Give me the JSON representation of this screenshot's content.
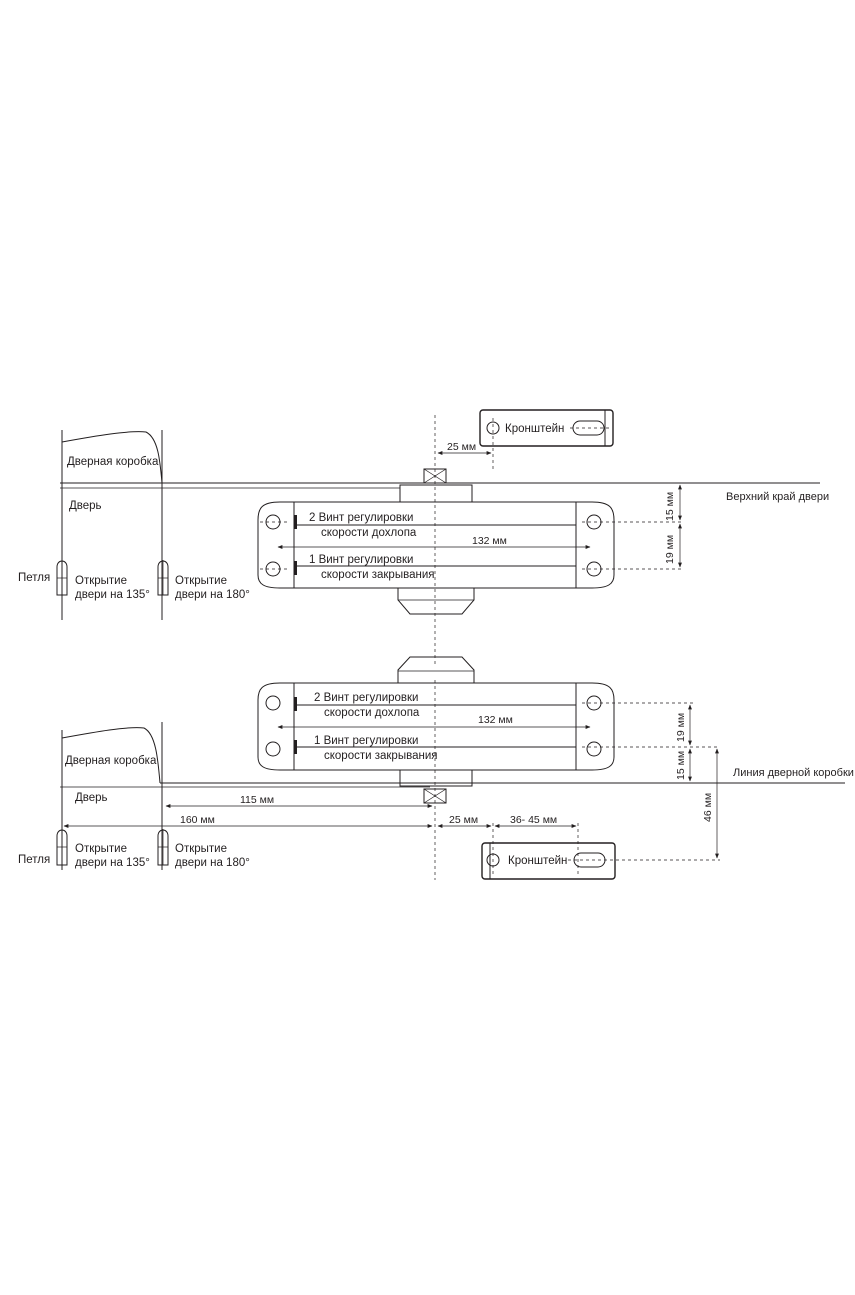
{
  "labels": {
    "door_frame": "Дверная коробка",
    "door": "Дверь",
    "hinge": "Петля",
    "open135_l1": "Открытие",
    "open135_l2": "двери на 135°",
    "open180_l1": "Открытие",
    "open180_l2": "двери на 180°",
    "bracket": "Кронштейн",
    "screw2_l1": "2 Винт регулировки",
    "screw2_l2": "скорости дохлопа",
    "screw1_l1": "1 Винт регулировки",
    "screw1_l2": "скорости закрывания",
    "top_edge": "Верхний край двери",
    "frame_line": "Линия дверной коробки"
  },
  "dimensions": {
    "d25": "25 мм",
    "d132": "132 мм",
    "d15": "15 мм",
    "d19": "19 мм",
    "d115": "115 мм",
    "d160": "160 мм",
    "d36_45": "36- 45 мм",
    "d46": "46 мм"
  },
  "colors": {
    "line": "#231f20",
    "background": "#ffffff"
  }
}
